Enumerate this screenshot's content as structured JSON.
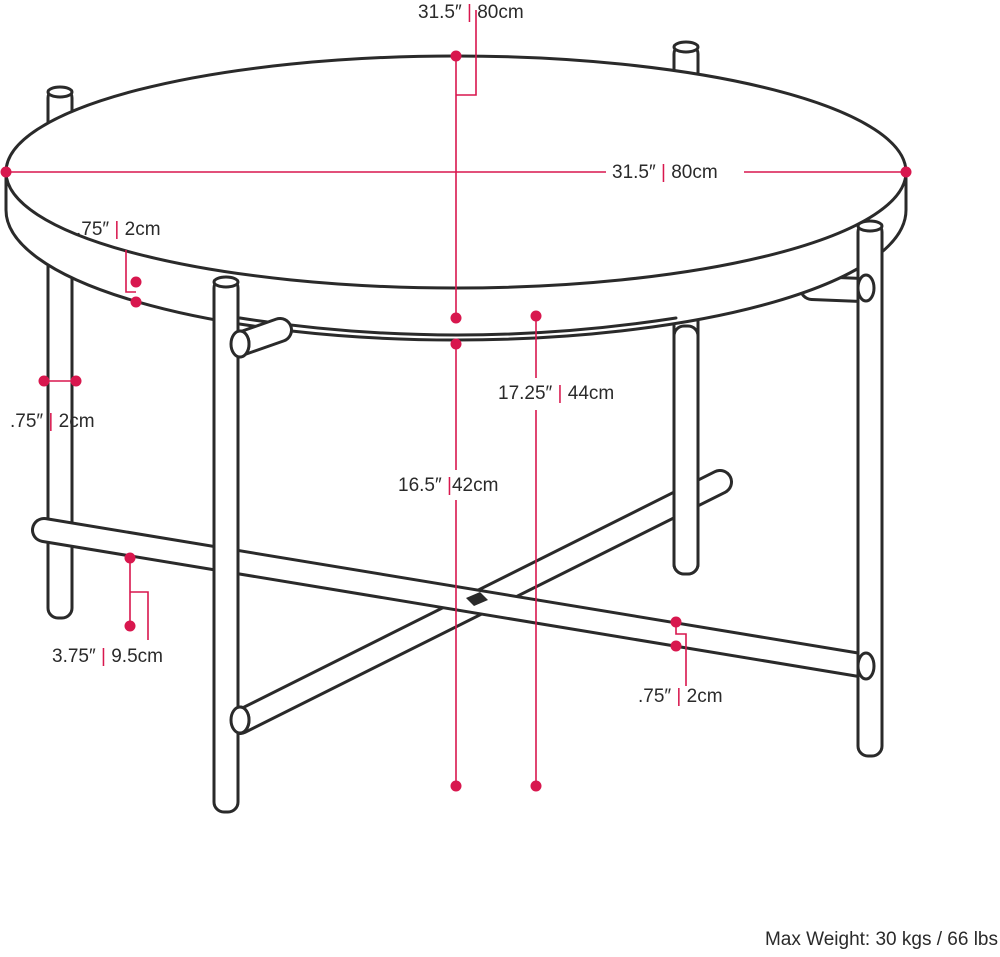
{
  "colors": {
    "accent": "#d8174e",
    "ink": "#2a2a2a",
    "background": "#ffffff"
  },
  "dimensions": {
    "top_depth": {
      "imperial": "31.5″",
      "metric": "80cm"
    },
    "top_width": {
      "imperial": "31.5″",
      "metric": "80cm"
    },
    "top_thickness": {
      "imperial": ".75″",
      "metric": "2cm"
    },
    "leg_diameter": {
      "imperial": ".75″",
      "metric": "2cm"
    },
    "total_height": {
      "imperial": "17.25″",
      "metric": "44cm"
    },
    "leg_height": {
      "imperial": "16.5″",
      "metric": "42cm"
    },
    "base_clearance": {
      "imperial": "3.75″",
      "metric": "9.5cm"
    },
    "bar_diameter": {
      "imperial": ".75″",
      "metric": "2cm"
    }
  },
  "max_weight": "Max Weight: 30 kgs / 66 lbs"
}
